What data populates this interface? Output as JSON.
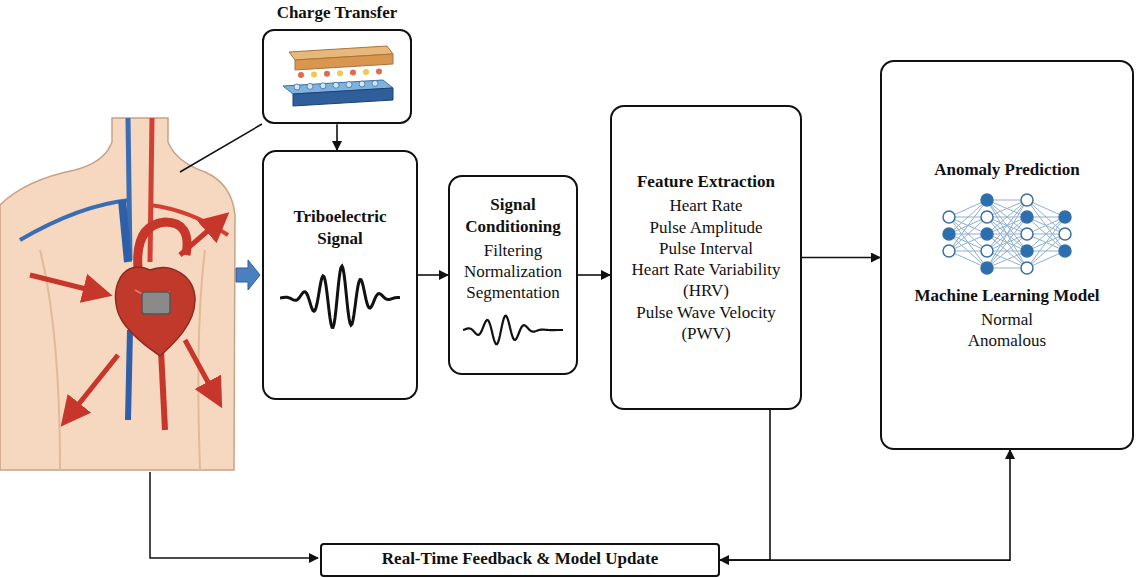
{
  "diagram": {
    "nodes": [
      {
        "text": [
          "Charge Transfer"
        ]
      },
      {
        "text": [
          "Triboelectric Signal"
        ]
      },
      {
        "text": [
          "Signal Conditioning",
          "Filtering",
          "Normalization",
          "Segmentation"
        ]
      },
      {
        "text": [
          "Feature Extraction",
          "Heart Rate",
          "Pulse Amplitude",
          "Pulse Interval",
          "Heart Rate Variability (HRV)",
          "Pulse Wave Velocity (PWV)"
        ]
      },
      {
        "text": [
          "Anomaly Prediction",
          "Machine Learning Model",
          "Normal",
          "Anomalous"
        ]
      },
      {
        "text": [
          "Real-Time Feedback & Model Update"
        ]
      }
    ],
    "edges": [
      {
        "from": 0,
        "to": 1,
        "arrow": "to"
      },
      {
        "from": 1,
        "to": 2,
        "arrow": "to"
      },
      {
        "from": 2,
        "to": 3,
        "arrow": "to"
      },
      {
        "from": 3,
        "to": 4,
        "arrow": "to"
      },
      {
        "from": 3,
        "to": 5,
        "arrow": "to"
      },
      {
        "from": 5,
        "to": 4,
        "arrow": "to"
      }
    ]
  }
}
